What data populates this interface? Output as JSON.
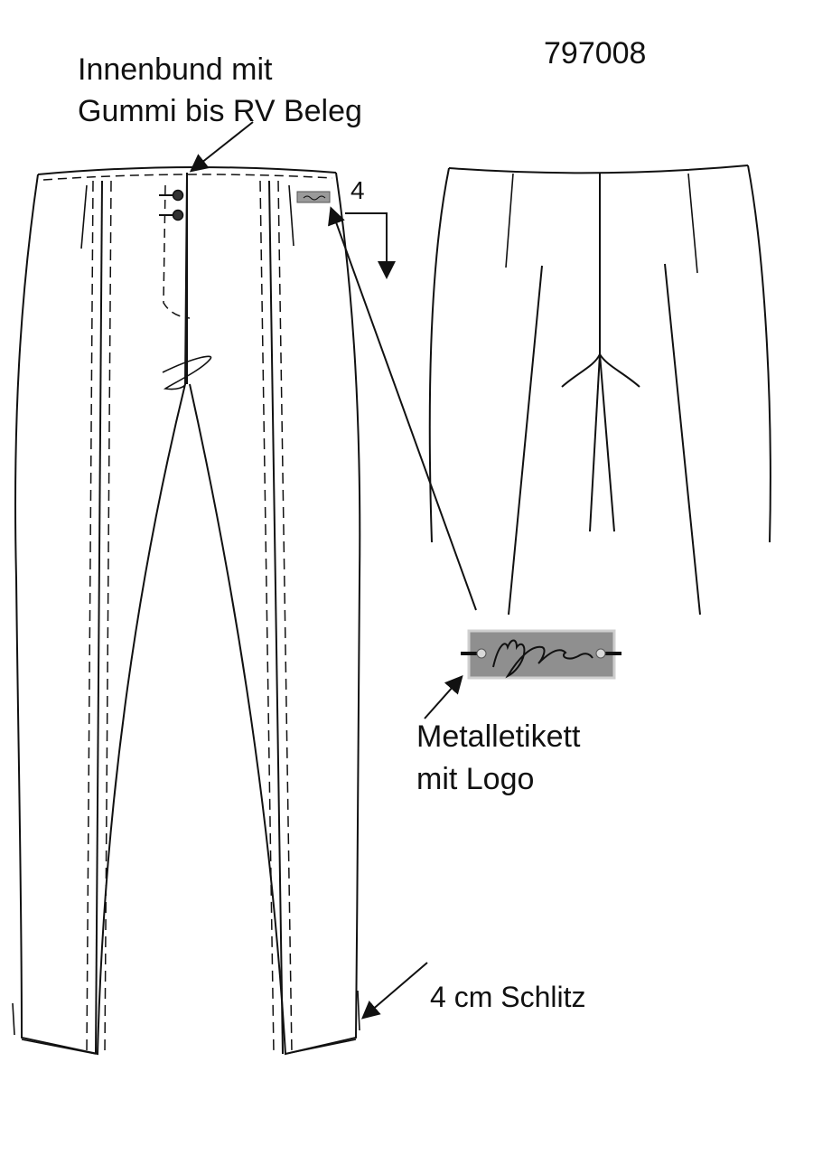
{
  "sheet": {
    "style_number": "797008",
    "waistband_note": {
      "line1": "Innenbund mit",
      "line2": "Gummi bis RV Beleg"
    },
    "pocket_depth_mark": "4",
    "metal_label_note": {
      "line1": "Metalletikett",
      "line2": "mit Logo"
    },
    "logo_plate_text": "My Line",
    "slit_note": "4 cm Schlitz"
  },
  "colors": {
    "line": "#111111",
    "plate": "#8f8f8f",
    "plate_border": "#cfcfcf",
    "paper": "#ffffff"
  }
}
